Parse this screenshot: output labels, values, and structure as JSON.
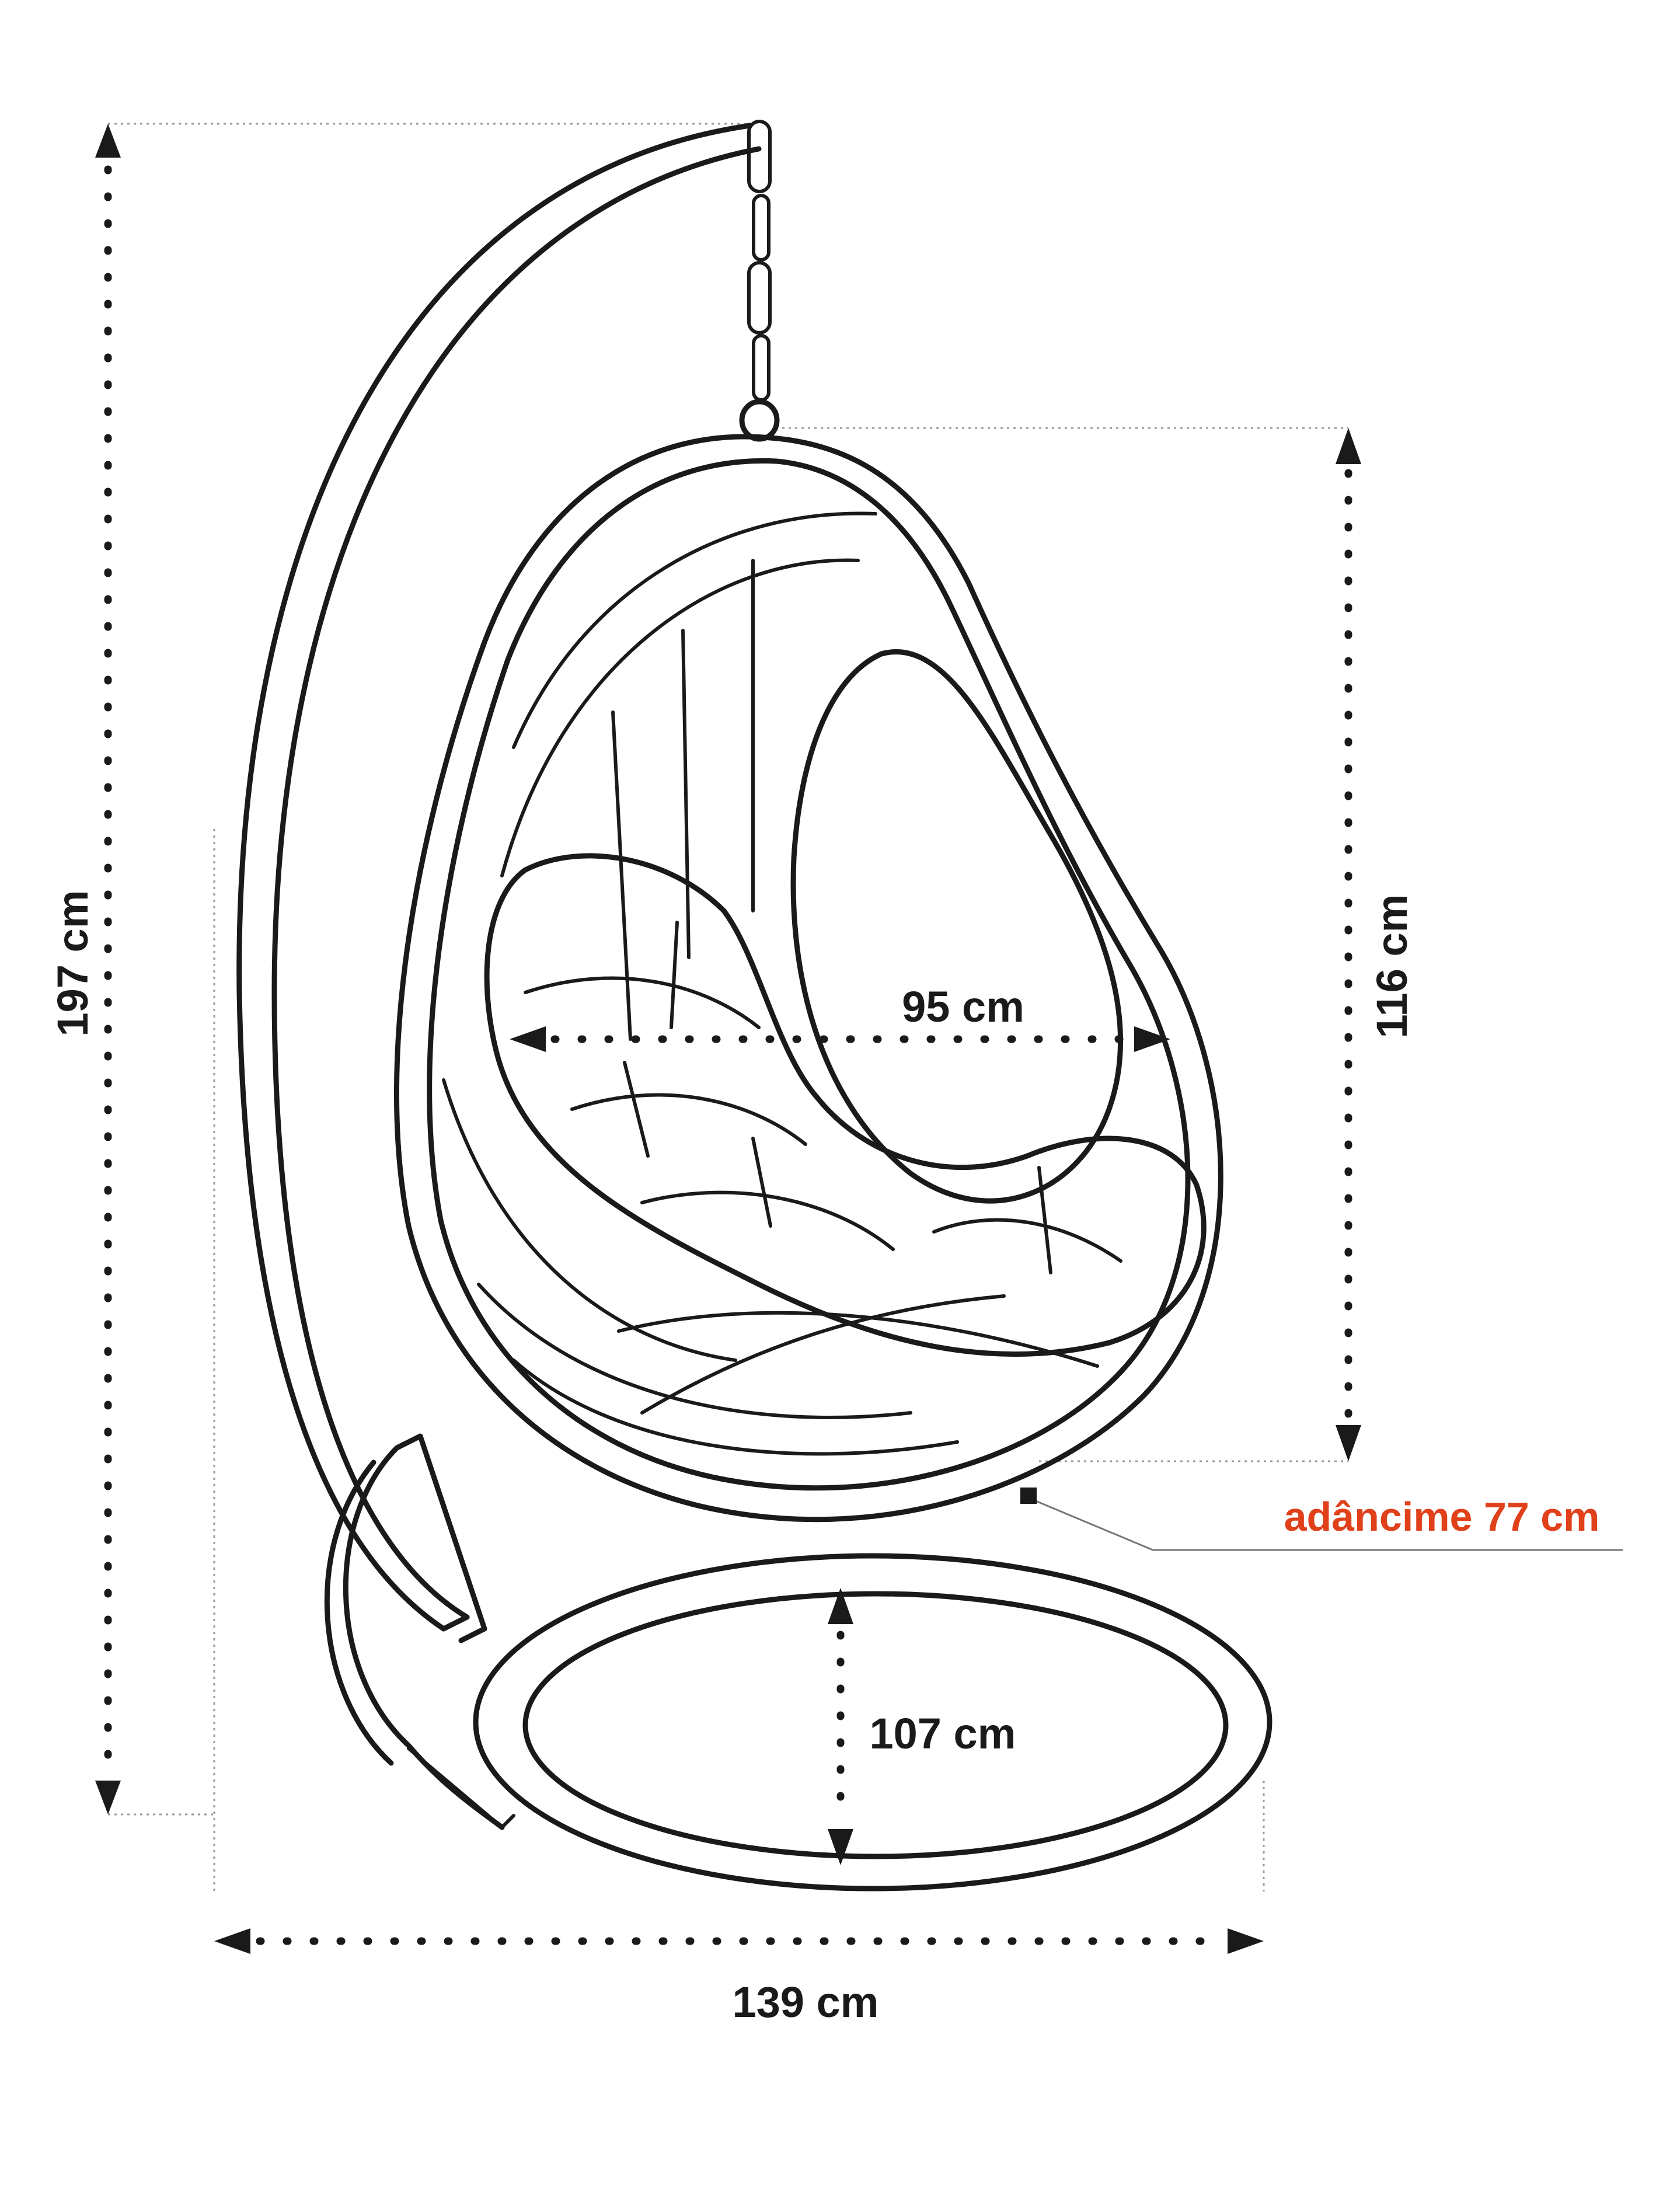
{
  "dimensions": {
    "total_height": "197 cm",
    "chair_height": "116 cm",
    "chair_width": "95 cm",
    "base_depth": "107 cm",
    "base_width": "139 cm",
    "depth": "adâncime 77 cm"
  },
  "colors": {
    "line": "#1a1a1a",
    "guide": "#9a9a9a",
    "accent": "#e0401a",
    "background": "#ffffff"
  }
}
